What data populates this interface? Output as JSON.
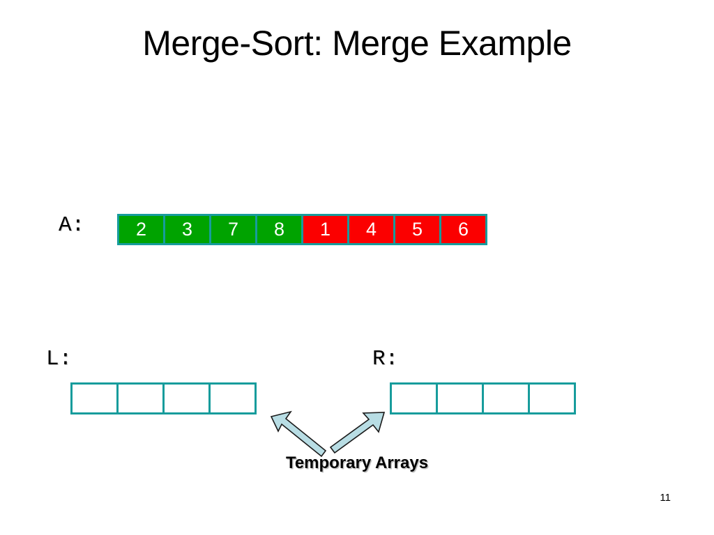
{
  "slide": {
    "title": "Merge-Sort: Merge Example",
    "page_number": "11",
    "caption": "Temporary Arrays",
    "background_color": "#ffffff"
  },
  "colors": {
    "cell_border": "#179C9C",
    "left_half": "#00A300",
    "right_half": "#FB0000",
    "cell_text": "#ffffff",
    "arrow_fill": "#B8DDE4",
    "arrow_stroke": "#1A1A1A",
    "text": "#000000"
  },
  "arrays": {
    "a": {
      "label": "A:",
      "cells": [
        {
          "value": "2",
          "color": "green"
        },
        {
          "value": "3",
          "color": "green"
        },
        {
          "value": "7",
          "color": "green"
        },
        {
          "value": "8",
          "color": "green"
        },
        {
          "value": "1",
          "color": "red"
        },
        {
          "value": "4",
          "color": "red"
        },
        {
          "value": "5",
          "color": "red"
        },
        {
          "value": "6",
          "color": "red"
        }
      ]
    },
    "l": {
      "label": "L:",
      "cells": [
        {
          "value": ""
        },
        {
          "value": ""
        },
        {
          "value": ""
        },
        {
          "value": ""
        }
      ]
    },
    "r": {
      "label": "R:",
      "cells": [
        {
          "value": ""
        },
        {
          "value": ""
        },
        {
          "value": ""
        },
        {
          "value": ""
        }
      ]
    }
  },
  "annotations": {
    "arrow_left_name": "arrow-to-left-array",
    "arrow_right_name": "arrow-to-right-array"
  }
}
